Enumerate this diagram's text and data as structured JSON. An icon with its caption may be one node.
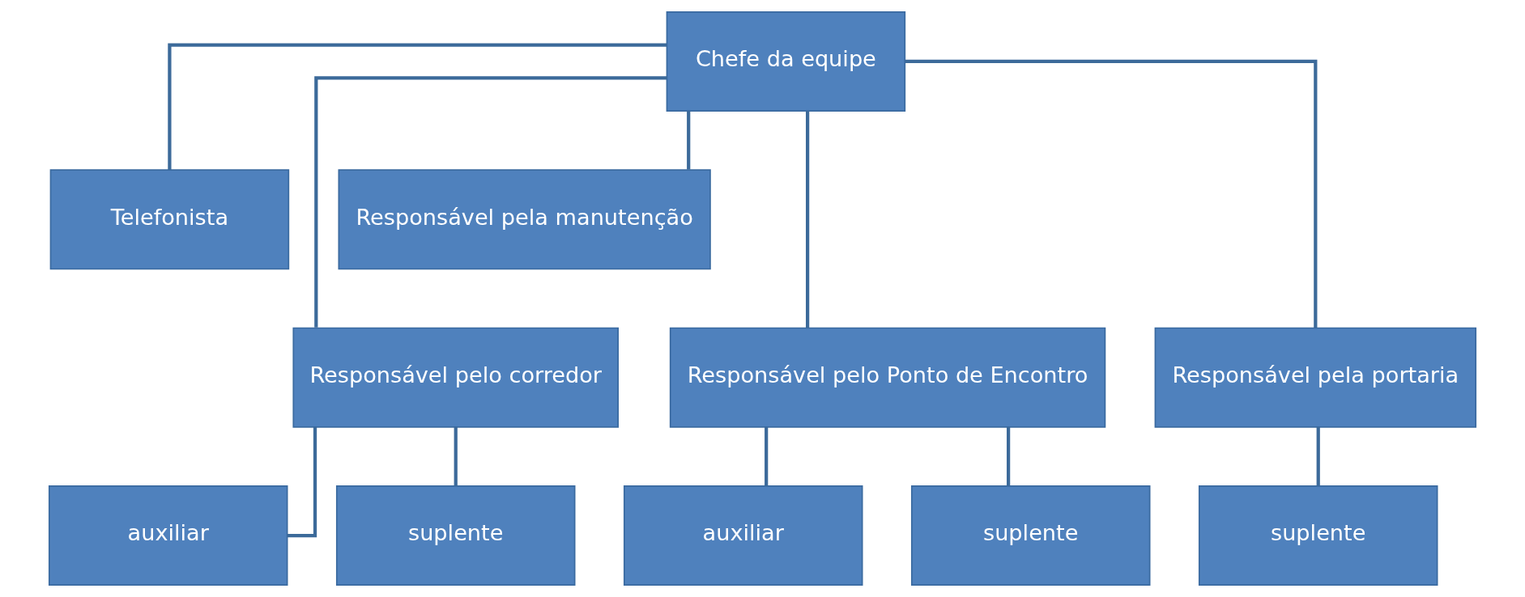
{
  "diagram": {
    "nodes": [
      {
        "text": [
          "Chefe da equipe"
        ]
      },
      {
        "text": [
          "Telefonista"
        ]
      },
      {
        "text": [
          "Responsável pela manutenção"
        ]
      },
      {
        "text": [
          "Responsável pelo corredor"
        ]
      },
      {
        "text": [
          "Responsável pelo Ponto de Encontro"
        ]
      },
      {
        "text": [
          "Responsável pela portaria"
        ]
      },
      {
        "text": [
          "auxiliar"
        ]
      },
      {
        "text": [
          "suplente"
        ]
      },
      {
        "text": [
          "auxiliar"
        ]
      },
      {
        "text": [
          "suplente"
        ]
      },
      {
        "text": [
          "suplente"
        ]
      }
    ],
    "edges": [
      {
        "from": 0,
        "to": 1,
        "arrow": "none"
      },
      {
        "from": 0,
        "to": 2,
        "arrow": "none"
      },
      {
        "from": 0,
        "to": 3,
        "arrow": "none"
      },
      {
        "from": 0,
        "to": 4,
        "arrow": "none"
      },
      {
        "from": 0,
        "to": 5,
        "arrow": "none"
      },
      {
        "from": 3,
        "to": 6,
        "arrow": "none"
      },
      {
        "from": 3,
        "to": 7,
        "arrow": "none"
      },
      {
        "from": 4,
        "to": 8,
        "arrow": "none"
      },
      {
        "from": 4,
        "to": 9,
        "arrow": "none"
      },
      {
        "from": 5,
        "to": 10,
        "arrow": "none"
      }
    ]
  }
}
